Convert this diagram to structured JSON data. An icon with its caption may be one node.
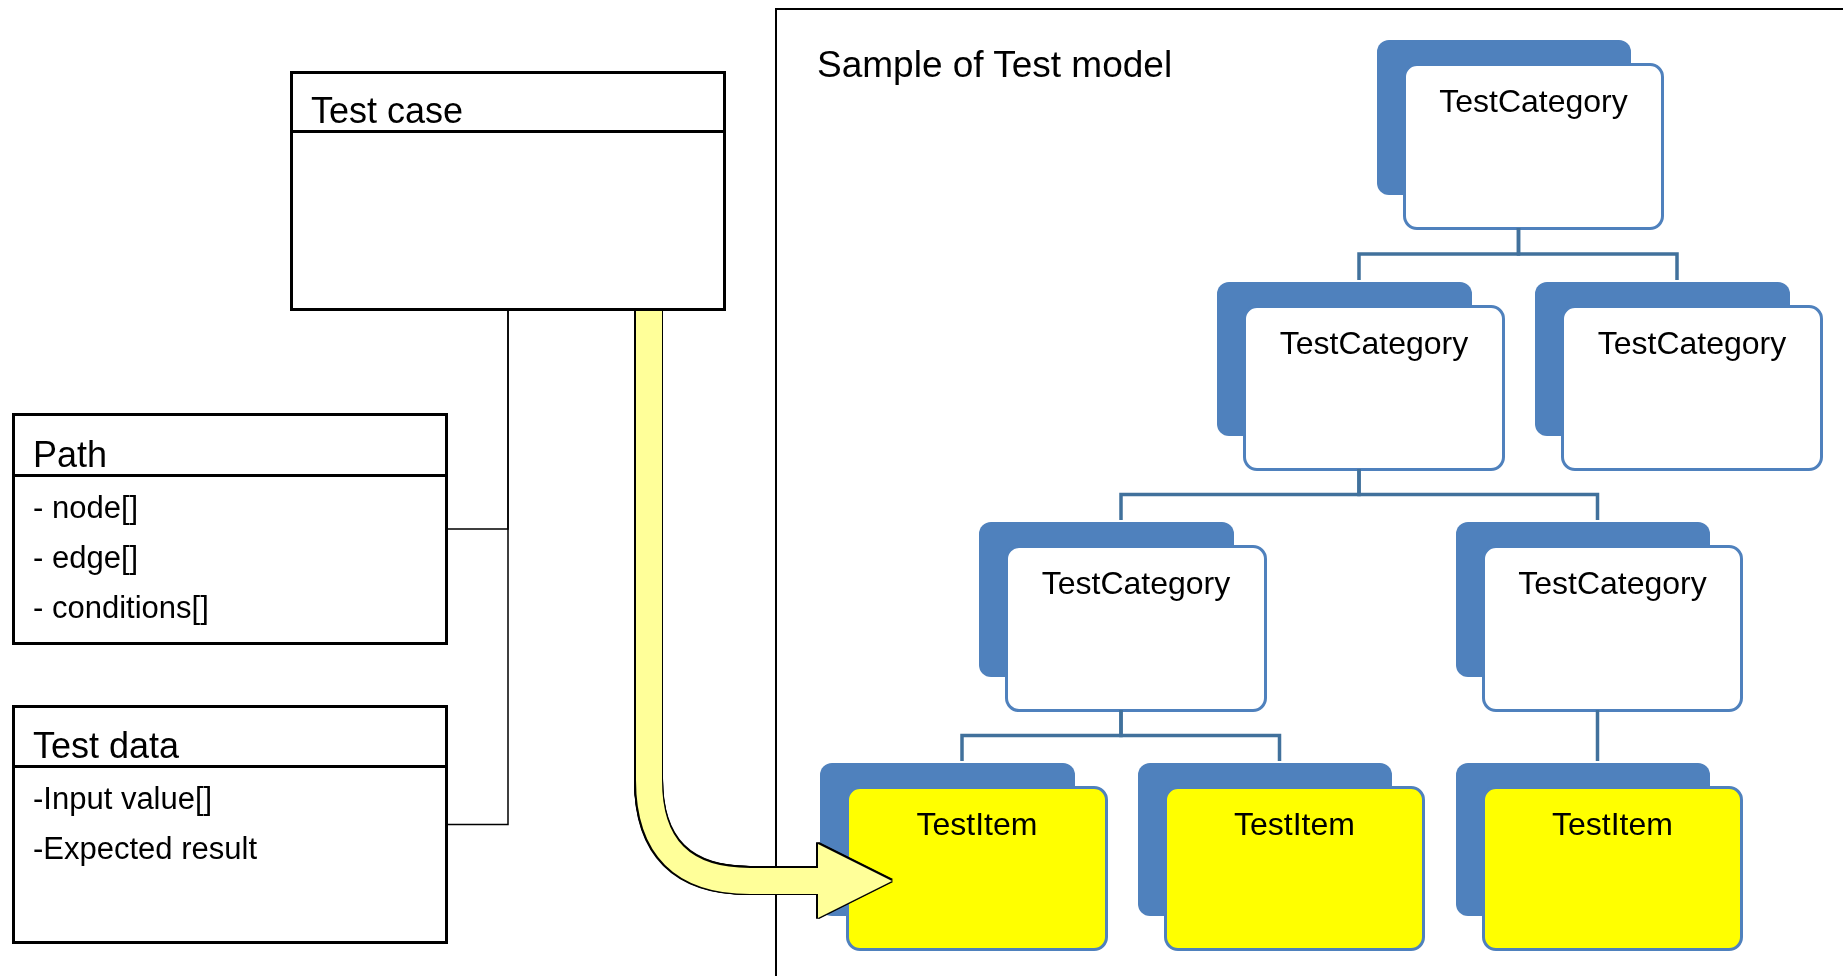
{
  "diagram": {
    "nodes": [
      {
        "text": [
          "Test case"
        ]
      },
      {
        "text": [
          "Path",
          "- node[]",
          "- edge[]",
          "- conditions[]"
        ]
      },
      {
        "text": [
          "Test data",
          "-Input value[]",
          "-Expected result"
        ]
      },
      {
        "text": [
          "Sample of Test model"
        ]
      },
      {
        "text": [
          "TestCategory"
        ],
        "in": 3
      },
      {
        "text": [
          "TestCategory"
        ],
        "in": 3
      },
      {
        "text": [
          "TestCategory"
        ],
        "in": 3
      },
      {
        "text": [
          "TestCategory"
        ],
        "in": 3
      },
      {
        "text": [
          "TestCategory"
        ],
        "in": 3
      },
      {
        "text": [
          "TestItem"
        ],
        "in": 3
      },
      {
        "text": [
          "TestItem"
        ],
        "in": 3
      },
      {
        "text": [
          "TestItem"
        ],
        "in": 3
      }
    ],
    "edges": [
      {
        "from": 0,
        "to": 1,
        "arrow": "none",
        "color": "#000000"
      },
      {
        "from": 0,
        "to": 2,
        "arrow": "none",
        "color": "#000000"
      },
      {
        "from": 0,
        "to": 9,
        "arrow": "to",
        "style": "thick",
        "color": "#ffff99"
      },
      {
        "from": 4,
        "to": 5,
        "arrow": "none"
      },
      {
        "from": 4,
        "to": 6,
        "arrow": "none"
      },
      {
        "from": 5,
        "to": 7,
        "arrow": "none"
      },
      {
        "from": 5,
        "to": 8,
        "arrow": "none"
      },
      {
        "from": 7,
        "to": 9,
        "arrow": "none"
      },
      {
        "from": 7,
        "to": 10,
        "arrow": "none"
      },
      {
        "from": 8,
        "to": 11,
        "arrow": "none"
      }
    ]
  }
}
